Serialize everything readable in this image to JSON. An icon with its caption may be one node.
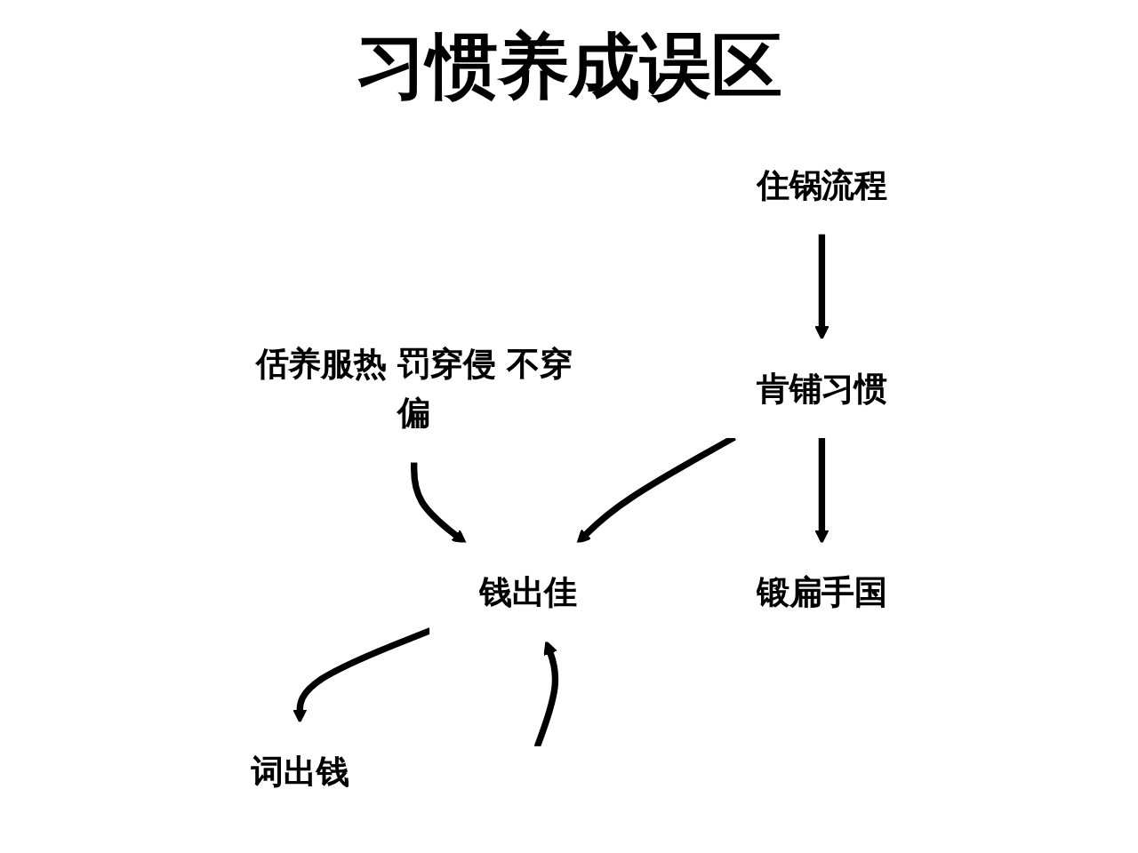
{
  "diagram": {
    "title": "习惯养成误区",
    "nodes": [
      {
        "text": [
          "住锅流程"
        ]
      },
      {
        "text": [
          "佸养服热 罚穿侵 不穿偏"
        ]
      },
      {
        "text": [
          "肯铺习惯"
        ]
      },
      {
        "text": [
          "钱出佳"
        ]
      },
      {
        "text": [
          "词出钱"
        ]
      },
      {
        "text": [
          "锻扁手国"
        ]
      }
    ],
    "edges": [
      {
        "from": 0,
        "to": 2,
        "arrow": "to"
      },
      {
        "from": 1,
        "to": 3,
        "arrow": "to"
      },
      {
        "from": 2,
        "to": 3,
        "arrow": "to"
      },
      {
        "from": 3,
        "to": 4,
        "arrow": "to"
      },
      {
        "from": 2,
        "to": 5,
        "arrow": "to"
      },
      {
        "from": null,
        "to": 3,
        "arrow": "to"
      }
    ]
  }
}
